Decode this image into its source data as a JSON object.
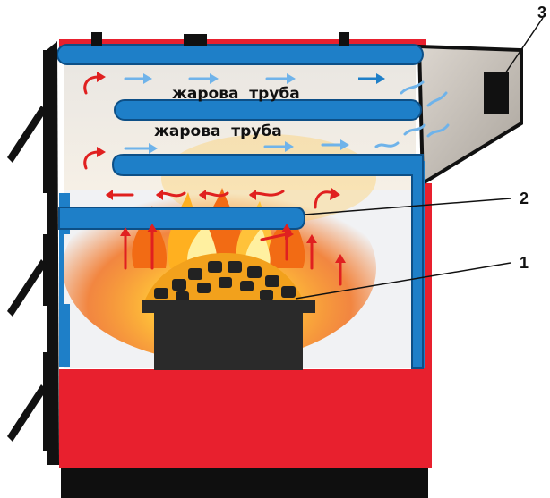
{
  "labels": {
    "fire_tube_upper": "жарова  труба",
    "fire_tube_lower": "жарова  труба"
  },
  "callouts": {
    "c1": "1",
    "c2": "2",
    "c3": "3"
  },
  "colors": {
    "boiler_body": "#e8202e",
    "water_jacket": "#1e7fc8",
    "pipe_outline": "#0d4f86",
    "frame": "#111111",
    "flame_core": "#ffd23a",
    "flame_outer": "#f26b14",
    "hot_arrow": "#e02020",
    "cool_arrow": "#6fb3ea",
    "grate": "#2a2a2a",
    "smoke_gray": "#d7d7d7"
  },
  "icons": {
    "door_handle": "handle-icon",
    "flow_arrow": "arrow-icon"
  }
}
